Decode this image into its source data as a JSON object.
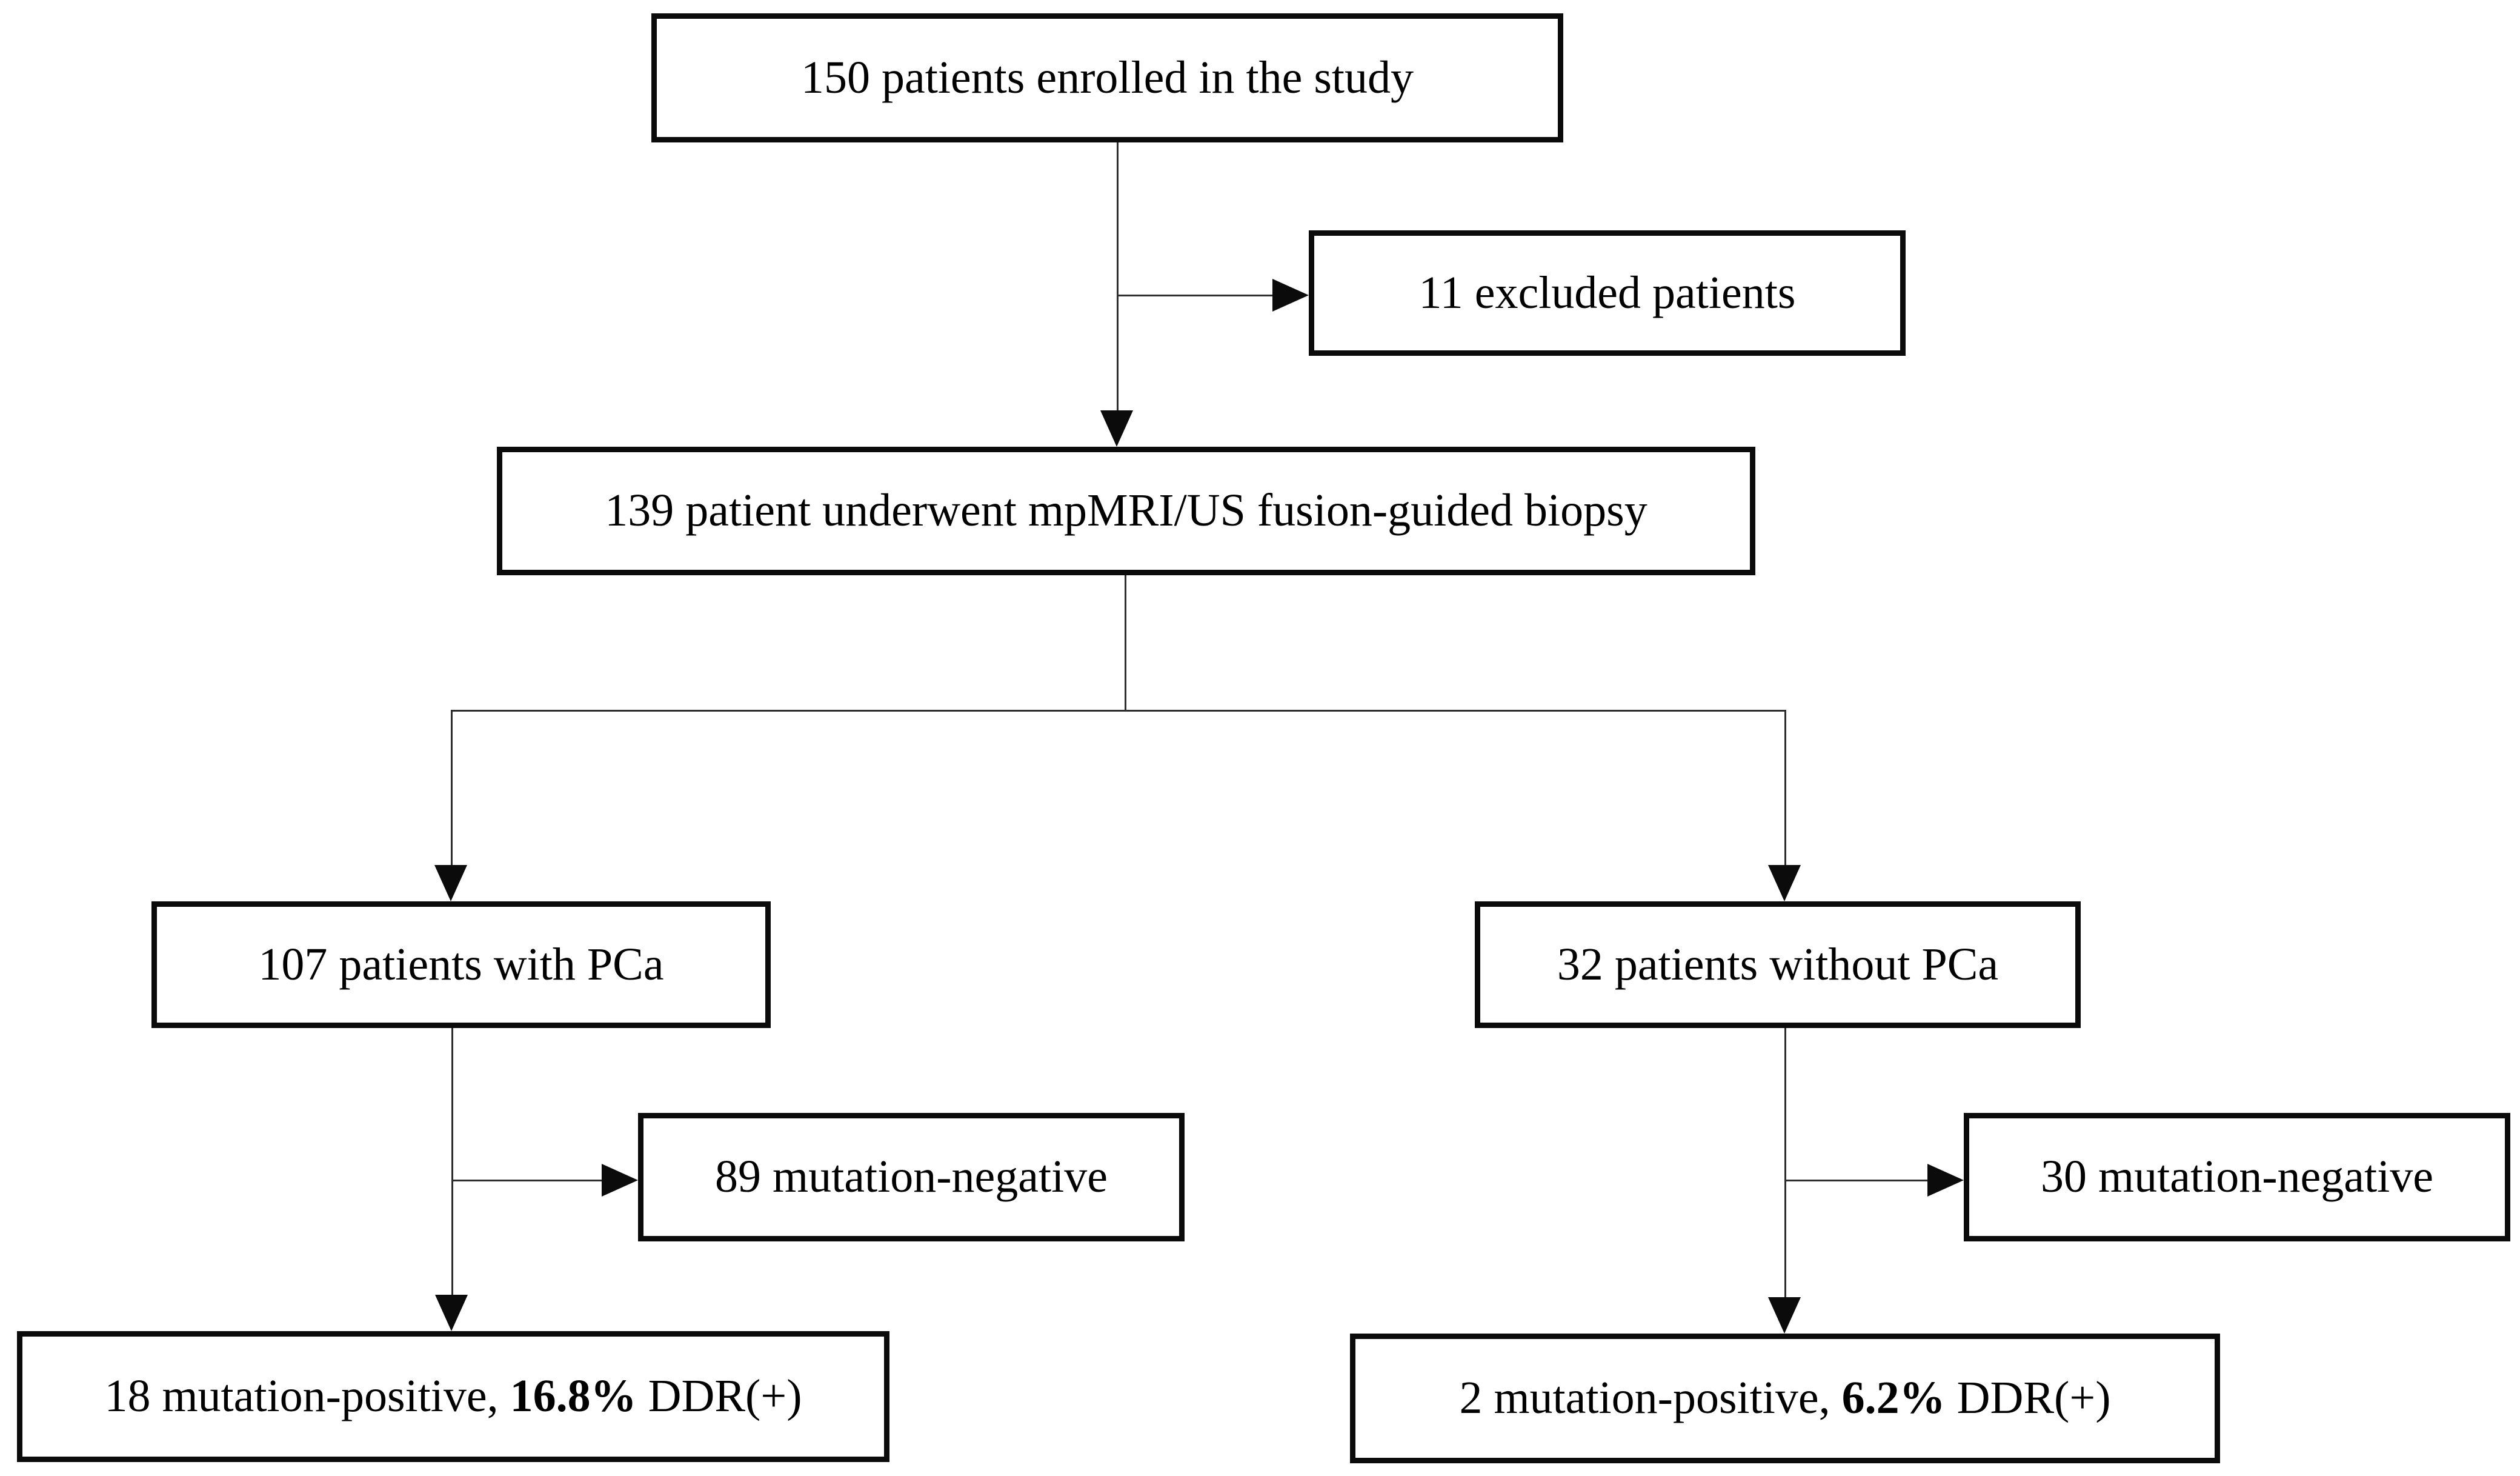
{
  "figure": {
    "type": "flowchart",
    "background_color": "#ffffff",
    "box_border_color": "#0b0b0b",
    "connector_color": "#2f2f2f",
    "nodes": {
      "enrolled": {
        "label": "150 patients enrolled in the study"
      },
      "excluded": {
        "label": "11 excluded patients"
      },
      "biopsy": {
        "label": "139 patient underwent mpMRI/US fusion-guided biopsy"
      },
      "with_pca": {
        "label": "107 patients with PCa"
      },
      "without_pca": {
        "label": "32 patients without PCa"
      },
      "pca_mut_neg": {
        "label": "89 mutation-negative"
      },
      "nopca_mut_neg": {
        "label": "30 mutation-negative"
      },
      "pca_mut_pos": {
        "pre": "18 mutation-positive, ",
        "highlight": "16.8%",
        "post": " DDR(+)"
      },
      "nopca_mut_pos": {
        "pre": "2 mutation-positive, ",
        "highlight": "6.2%",
        "post": " DDR(+)"
      }
    }
  }
}
